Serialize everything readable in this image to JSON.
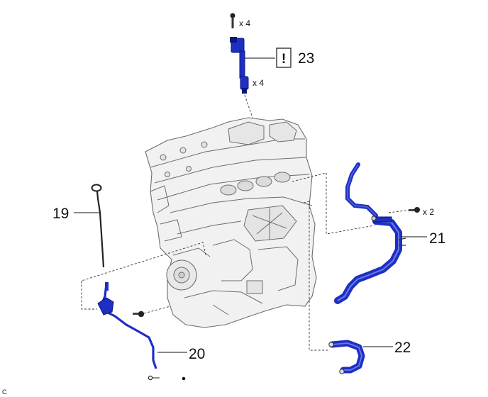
{
  "callouts": {
    "c19": "19",
    "c20": "20",
    "c21": "21",
    "c22": "22",
    "c23": "23"
  },
  "notice_mark": "!",
  "quantities": {
    "top_bolt": "x 4",
    "injector": "x 4",
    "side_bolt": "x 2"
  },
  "corner_code": "C",
  "colors": {
    "part_blue": "#1e2fc4",
    "part_dark": "#0b1780",
    "engine_fill": "#f1f1f1",
    "engine_line": "#6d6d6d"
  }
}
